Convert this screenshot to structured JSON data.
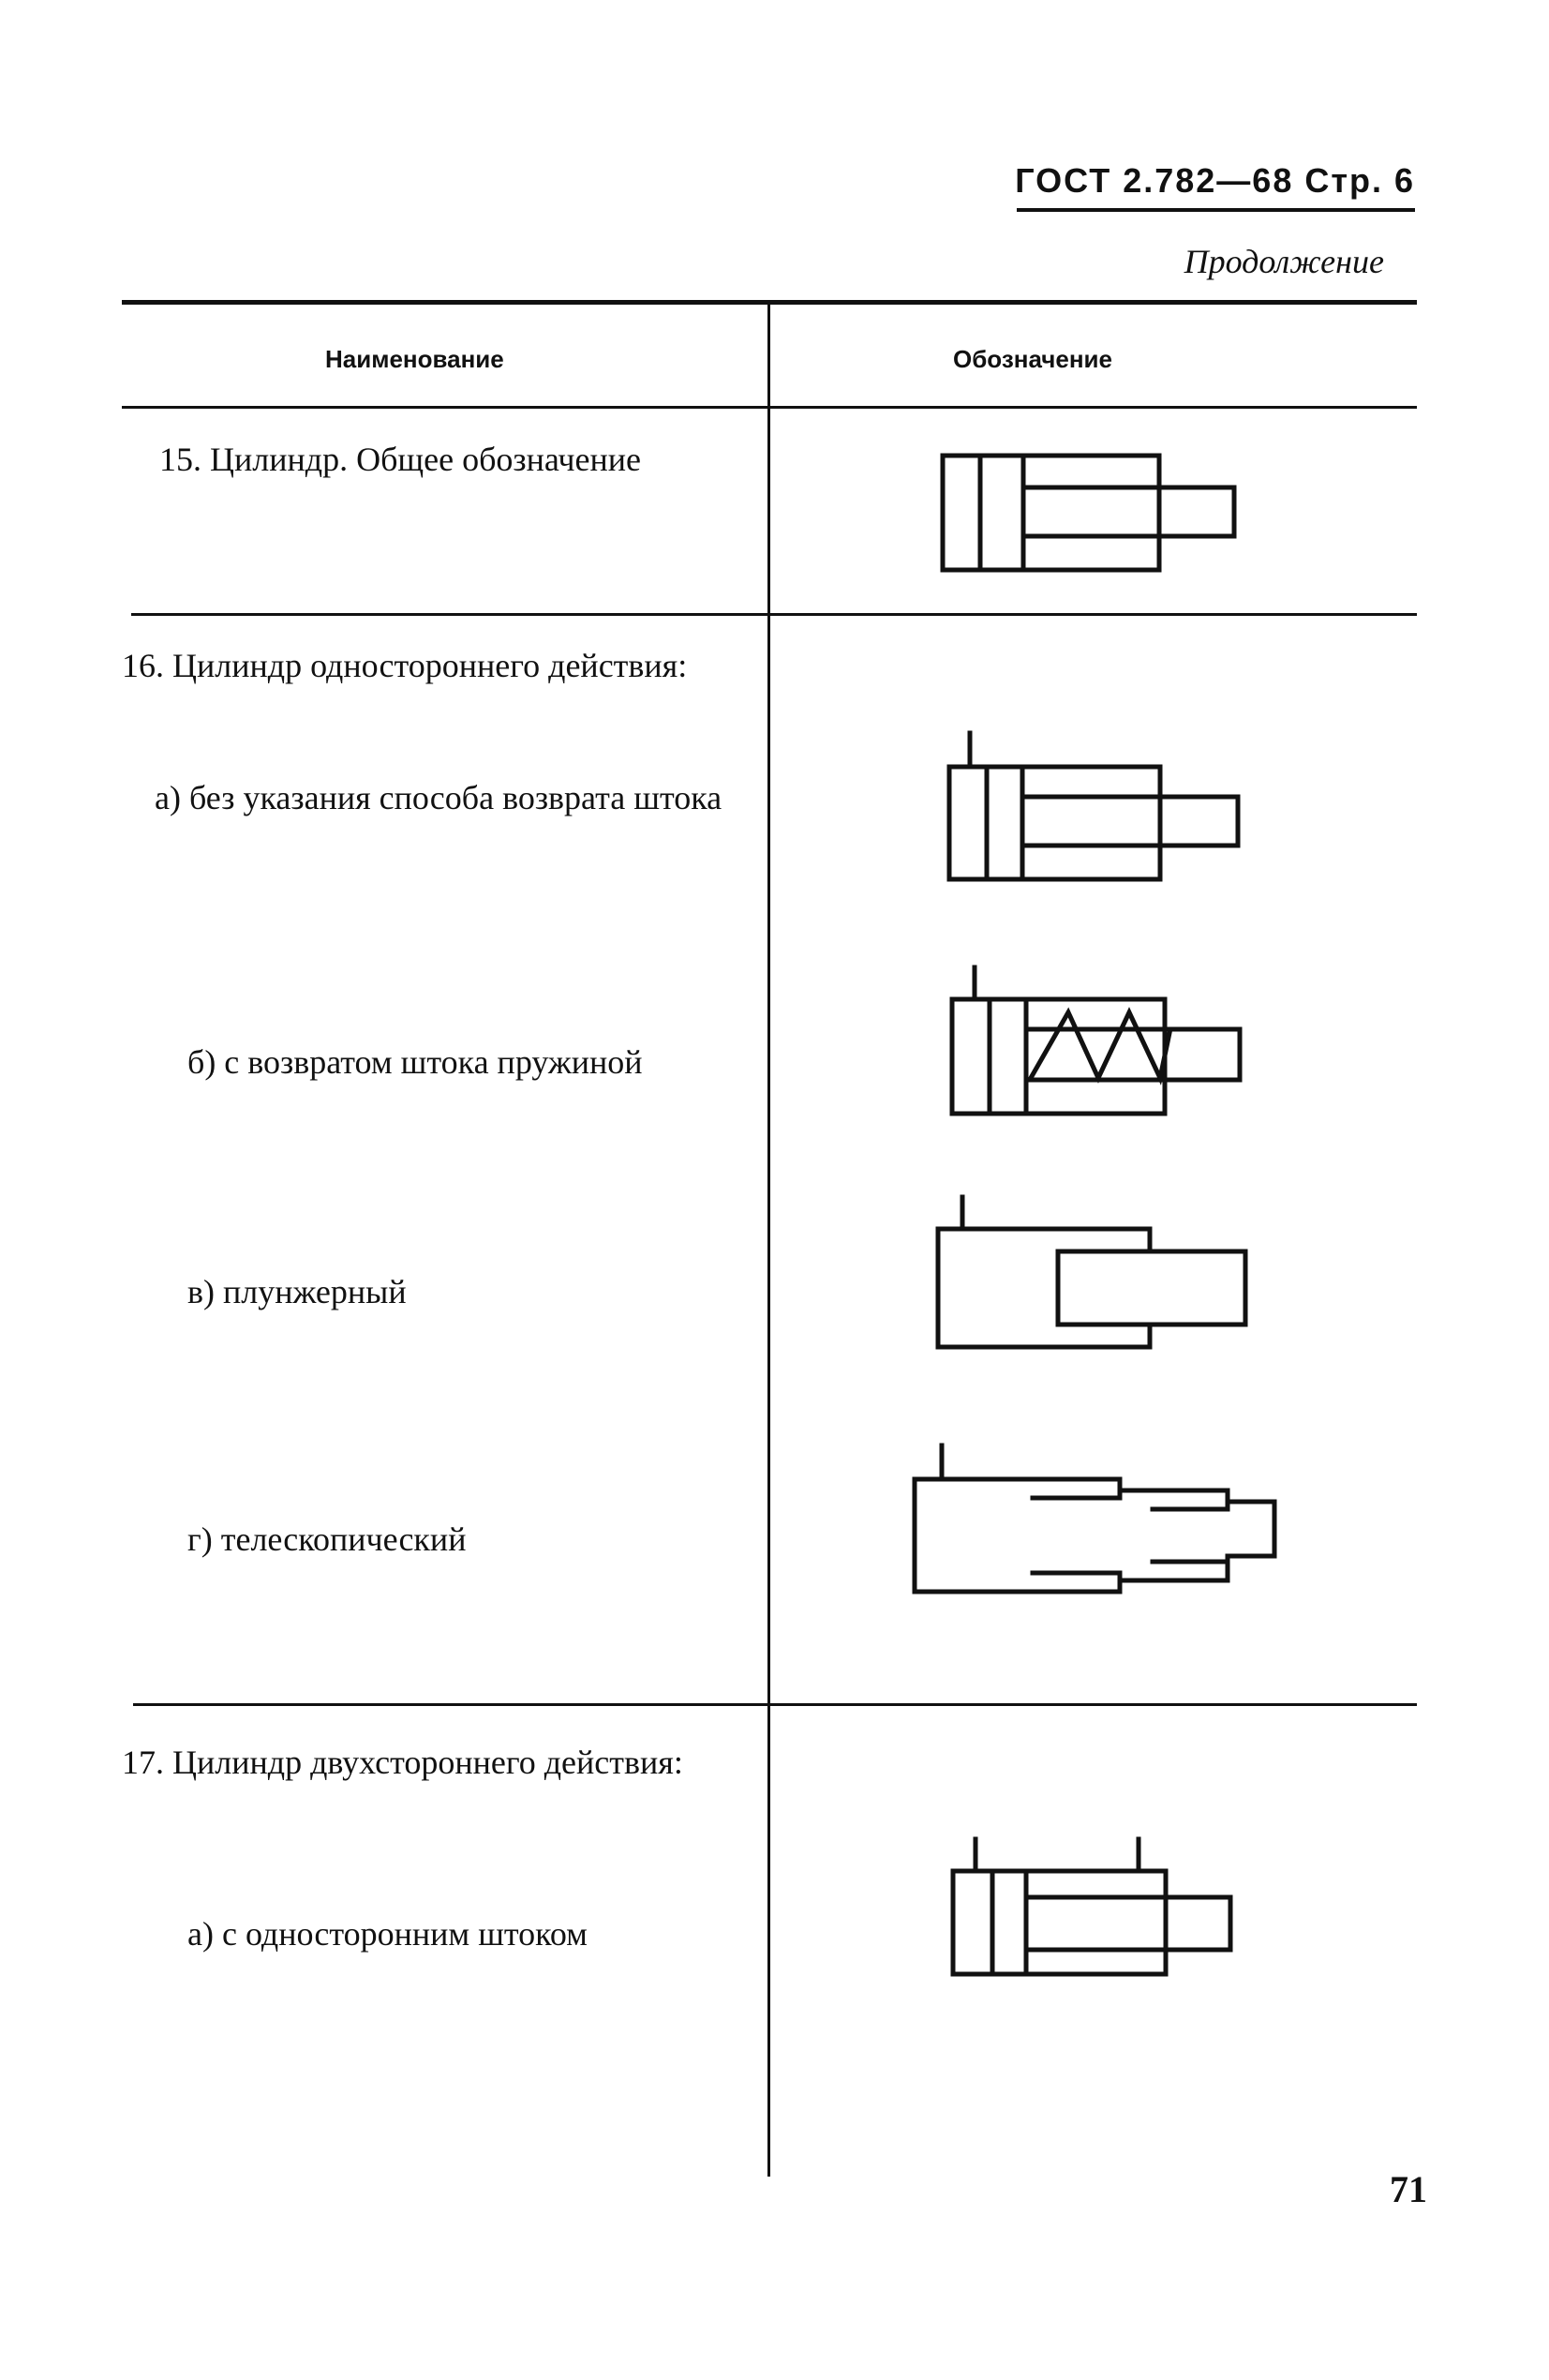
{
  "header": {
    "standard_ref": "ГОСТ 2.782—68 Стр. 6",
    "continuation": "Продолжение"
  },
  "table": {
    "columns": [
      "Наименование",
      "Обозначение"
    ],
    "rows": [
      {
        "label": "15. Цилиндр. Общее обозначение",
        "symbol": "cylinder-general-symbol"
      },
      {
        "label": "16. Цилиндр одностороннего действия:",
        "subitems": [
          {
            "label": "а) без указания способа возврата штока",
            "symbol": "single-acting-cylinder-symbol"
          },
          {
            "label": "б) с возвратом штока пружиной",
            "symbol": "spring-return-cylinder-symbol"
          },
          {
            "label": "в) плунжерный",
            "symbol": "plunger-cylinder-symbol"
          },
          {
            "label": "г) телескопический",
            "symbol": "telescopic-cylinder-symbol"
          }
        ]
      },
      {
        "label": "17. Цилиндр двухстороннего действия:",
        "subitems": [
          {
            "label": "а) с односторонним штоком",
            "symbol": "double-acting-single-rod-cylinder-symbol"
          }
        ]
      }
    ]
  },
  "page_number": "71"
}
